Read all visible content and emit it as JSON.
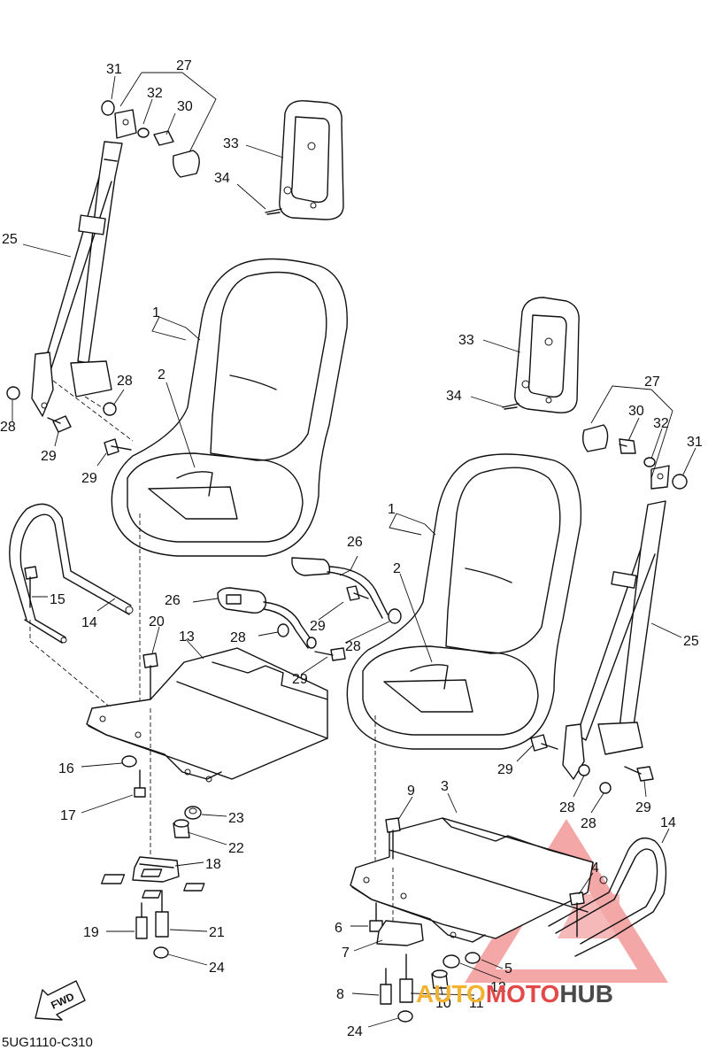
{
  "diagram": {
    "part_code": "5UG1110-C310",
    "fwd_label": "FWD"
  },
  "watermark": {
    "part1": "AUTO",
    "part2": "MOTO",
    "part3": "HUB",
    "colors": {
      "auto": "#f3b22f",
      "moto": "#e4494a",
      "hub": "#4a4a4a",
      "triangle": "#f08a8a"
    }
  },
  "callouts": [
    {
      "id": "c-31a",
      "label": "31"
    },
    {
      "id": "c-27a",
      "label": "27"
    },
    {
      "id": "c-32a",
      "label": "32"
    },
    {
      "id": "c-30a",
      "label": "30"
    },
    {
      "id": "c-33a",
      "label": "33"
    },
    {
      "id": "c-34a",
      "label": "34"
    },
    {
      "id": "c-25a",
      "label": "25"
    },
    {
      "id": "c-1a",
      "label": "1"
    },
    {
      "id": "c-2a",
      "label": "2"
    },
    {
      "id": "c-28a",
      "label": "28"
    },
    {
      "id": "c-28b",
      "label": "28"
    },
    {
      "id": "c-29a",
      "label": "29"
    },
    {
      "id": "c-29b",
      "label": "29"
    },
    {
      "id": "c-15",
      "label": "15"
    },
    {
      "id": "c-14a",
      "label": "14"
    },
    {
      "id": "c-26a",
      "label": "26"
    },
    {
      "id": "c-26b",
      "label": "26"
    },
    {
      "id": "c-20",
      "label": "20"
    },
    {
      "id": "c-13",
      "label": "13"
    },
    {
      "id": "c-28c",
      "label": "28"
    },
    {
      "id": "c-29c",
      "label": "29"
    },
    {
      "id": "c-29d",
      "label": "29"
    },
    {
      "id": "c-28d",
      "label": "28"
    },
    {
      "id": "c-16",
      "label": "16"
    },
    {
      "id": "c-17",
      "label": "17"
    },
    {
      "id": "c-23",
      "label": "23"
    },
    {
      "id": "c-22",
      "label": "22"
    },
    {
      "id": "c-18",
      "label": "18"
    },
    {
      "id": "c-19",
      "label": "19"
    },
    {
      "id": "c-21",
      "label": "21"
    },
    {
      "id": "c-24a",
      "label": "24"
    },
    {
      "id": "c-33b",
      "label": "33"
    },
    {
      "id": "c-34b",
      "label": "34"
    },
    {
      "id": "c-27b",
      "label": "27"
    },
    {
      "id": "c-30b",
      "label": "30"
    },
    {
      "id": "c-32b",
      "label": "32"
    },
    {
      "id": "c-31b",
      "label": "31"
    },
    {
      "id": "c-1b",
      "label": "1"
    },
    {
      "id": "c-2b",
      "label": "2"
    },
    {
      "id": "c-25b",
      "label": "25"
    },
    {
      "id": "c-29e",
      "label": "29"
    },
    {
      "id": "c-28e",
      "label": "28"
    },
    {
      "id": "c-28f",
      "label": "28"
    },
    {
      "id": "c-29f",
      "label": "29"
    },
    {
      "id": "c-3",
      "label": "3"
    },
    {
      "id": "c-9",
      "label": "9"
    },
    {
      "id": "c-14b",
      "label": "14"
    },
    {
      "id": "c-4",
      "label": "4"
    },
    {
      "id": "c-6",
      "label": "6"
    },
    {
      "id": "c-7",
      "label": "7"
    },
    {
      "id": "c-5",
      "label": "5"
    },
    {
      "id": "c-12",
      "label": "12"
    },
    {
      "id": "c-8",
      "label": "8"
    },
    {
      "id": "c-10",
      "label": "10"
    },
    {
      "id": "c-11",
      "label": "11"
    },
    {
      "id": "c-24b",
      "label": "24"
    }
  ]
}
